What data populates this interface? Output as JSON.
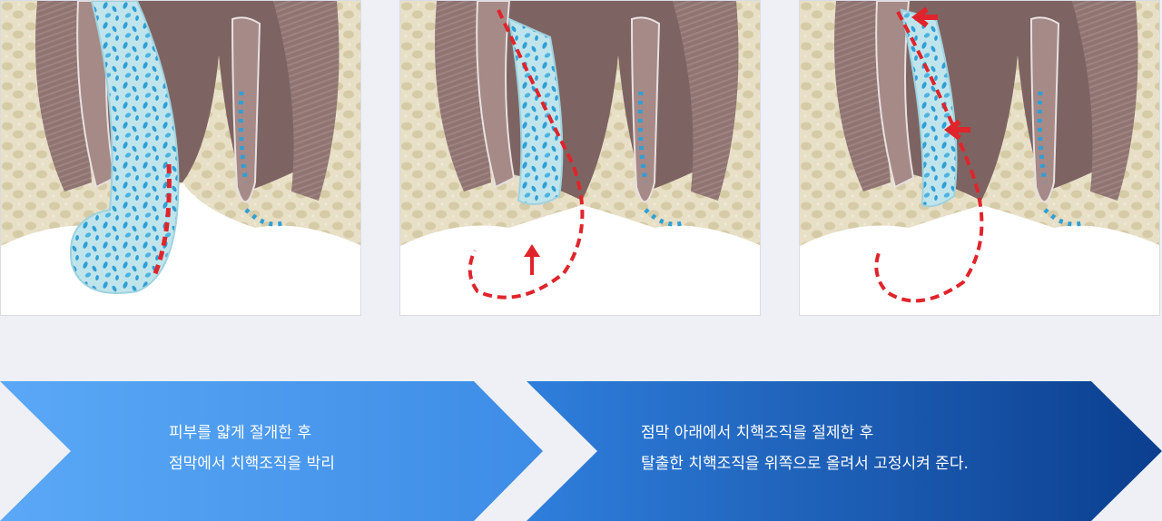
{
  "panels": [
    {
      "id": "panel-1",
      "arrows": []
    },
    {
      "id": "panel-2",
      "arrows": [
        "up-arrow"
      ]
    },
    {
      "id": "panel-3",
      "arrows": [
        "left-arrow",
        "left-arrow"
      ]
    }
  ],
  "steps": [
    {
      "line1": "피부를 얇게 절개한 후",
      "line2": "점막에서 치핵조직을 박리"
    },
    {
      "line1": "점막 아래에서 치핵조직을 절제한 후",
      "line2": "탈출한 치핵조직을 위쪽으로 올려서 고정시켜 준다."
    }
  ],
  "colors": {
    "background": "#eef0f6",
    "tissue_tan": "#e4dcc3",
    "muscle_brown": "#8a6f6c",
    "mucosa_pink": "#a58a88",
    "hemorrhoid_fill": "#bfe4ec",
    "hemorrhoid_spots": "#2f9fd6",
    "incision_red": "#e0242b",
    "step1_gradient": [
      "#5aa8f6",
      "#3d8ce6"
    ],
    "step2_gradient": [
      "#2f7fdc",
      "#0b3e8e"
    ]
  }
}
